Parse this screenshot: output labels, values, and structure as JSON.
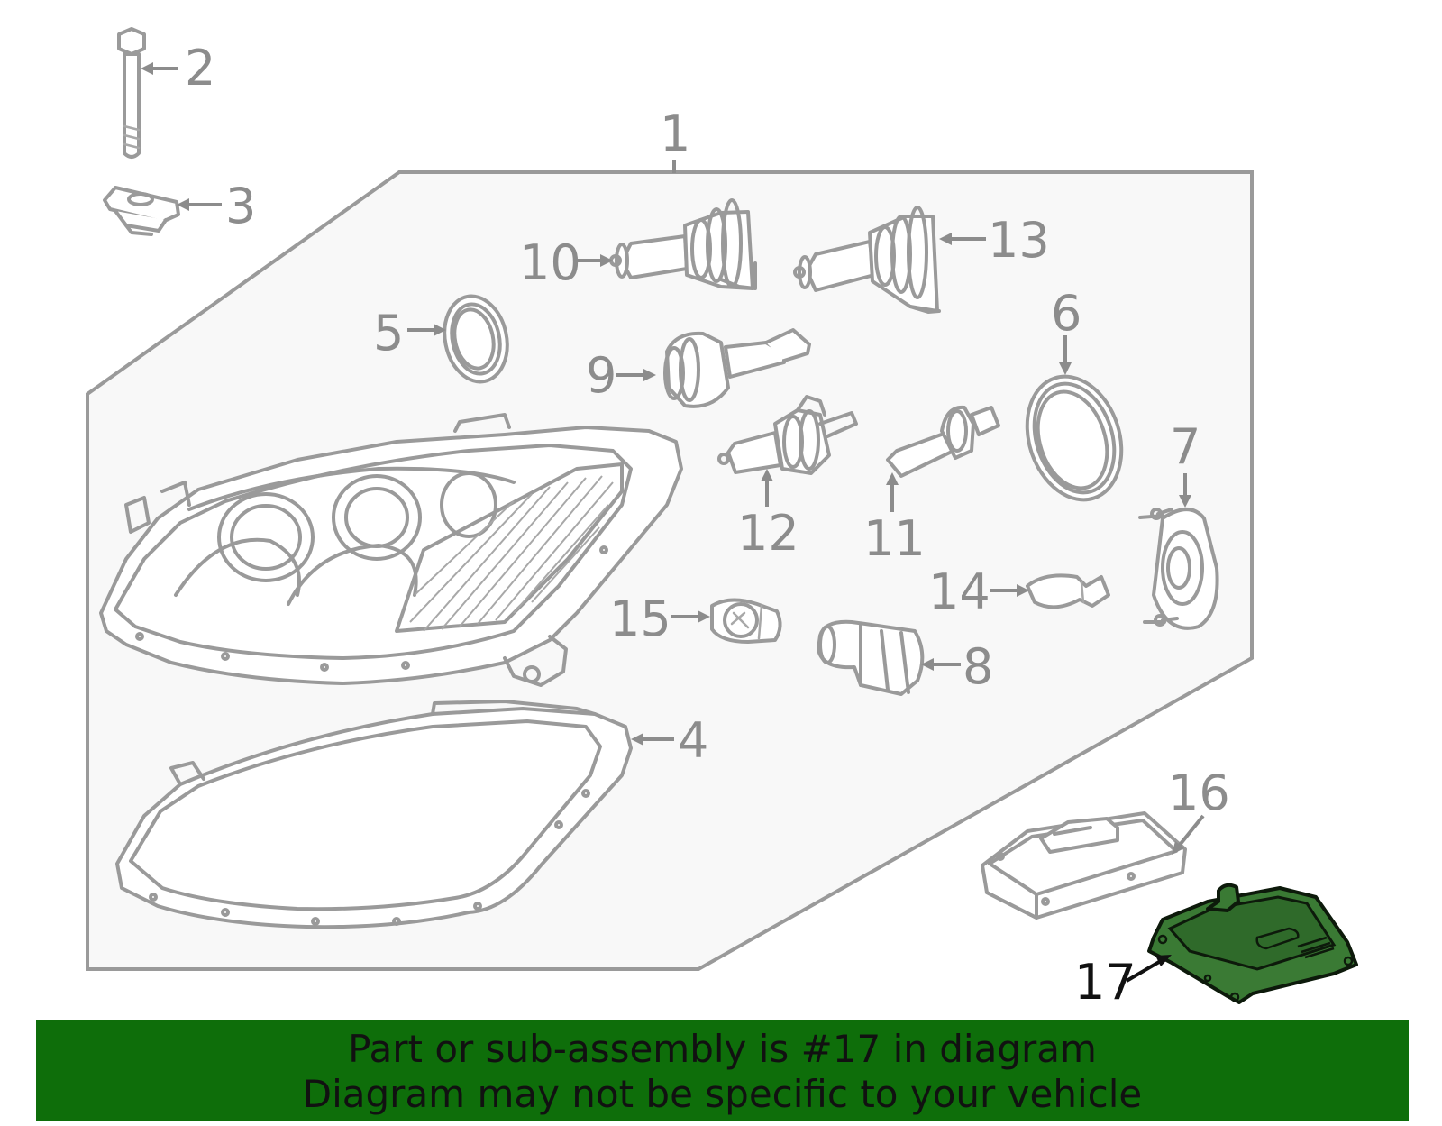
{
  "diagram": {
    "highlighted_part": "17",
    "highlight_color": "#3a7a34",
    "callouts": [
      {
        "id": "1",
        "label": "1"
      },
      {
        "id": "2",
        "label": "2"
      },
      {
        "id": "3",
        "label": "3"
      },
      {
        "id": "4",
        "label": "4"
      },
      {
        "id": "5",
        "label": "5"
      },
      {
        "id": "6",
        "label": "6"
      },
      {
        "id": "7",
        "label": "7"
      },
      {
        "id": "8",
        "label": "8"
      },
      {
        "id": "9",
        "label": "9"
      },
      {
        "id": "10",
        "label": "10"
      },
      {
        "id": "11",
        "label": "11"
      },
      {
        "id": "12",
        "label": "12"
      },
      {
        "id": "13",
        "label": "13"
      },
      {
        "id": "14",
        "label": "14"
      },
      {
        "id": "15",
        "label": "15"
      },
      {
        "id": "16",
        "label": "16"
      },
      {
        "id": "17",
        "label": "17"
      }
    ]
  },
  "banner": {
    "line1": "Part or sub-assembly is #17 in diagram",
    "line2": "Diagram may not be specific to your vehicle",
    "color": "#0e6e0a"
  }
}
